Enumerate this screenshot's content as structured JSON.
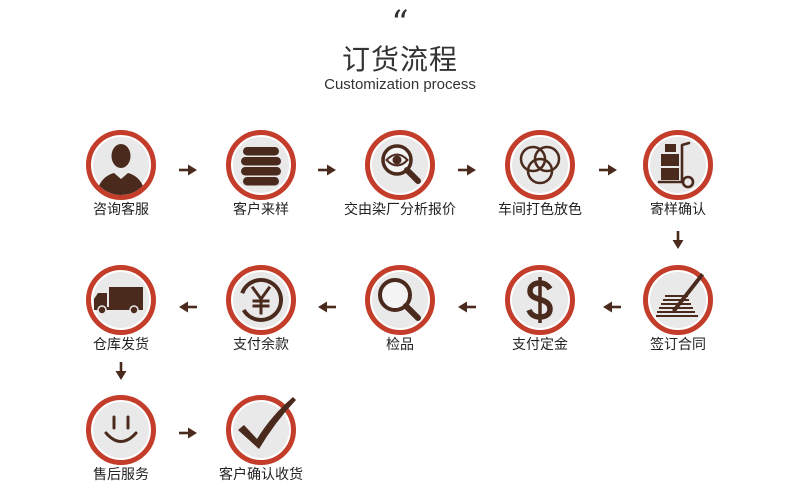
{
  "header": {
    "quote_mark": "“",
    "title": "订货流程",
    "subtitle": "Customization process"
  },
  "colors": {
    "ring": "#c33d2a",
    "icon": "#4b2a1e",
    "text": "#333333",
    "disk": "#e9e9e9"
  },
  "steps": [
    {
      "label": "咨询客服",
      "icon": "customer-service-person-icon"
    },
    {
      "label": "客户来样",
      "icon": "fabric-sample-stack-icon"
    },
    {
      "label": "交由染厂分析报价",
      "icon": "magnifier-eye-icon"
    },
    {
      "label": "车间打色放色",
      "icon": "color-circles-icon"
    },
    {
      "label": "寄样确认",
      "icon": "hand-truck-boxes-icon"
    },
    {
      "label": "签订合同",
      "icon": "contract-pen-icon"
    },
    {
      "label": "支付定金",
      "icon": "dollar-icon"
    },
    {
      "label": "检品",
      "icon": "magnifier-icon"
    },
    {
      "label": "支付余款",
      "icon": "yen-coin-icon"
    },
    {
      "label": "仓库发货",
      "icon": "delivery-truck-icon"
    },
    {
      "label": "售后服务",
      "icon": "smiley-face-icon"
    },
    {
      "label": "客户确认收货",
      "icon": "checkmark-icon"
    }
  ],
  "flow_arrows": [
    "arrow-right-icon",
    "arrow-right-icon",
    "arrow-right-icon",
    "arrow-right-icon",
    "arrow-down-icon",
    "arrow-left-icon",
    "arrow-left-icon",
    "arrow-left-icon",
    "arrow-left-icon",
    "arrow-down-icon",
    "arrow-right-icon"
  ]
}
